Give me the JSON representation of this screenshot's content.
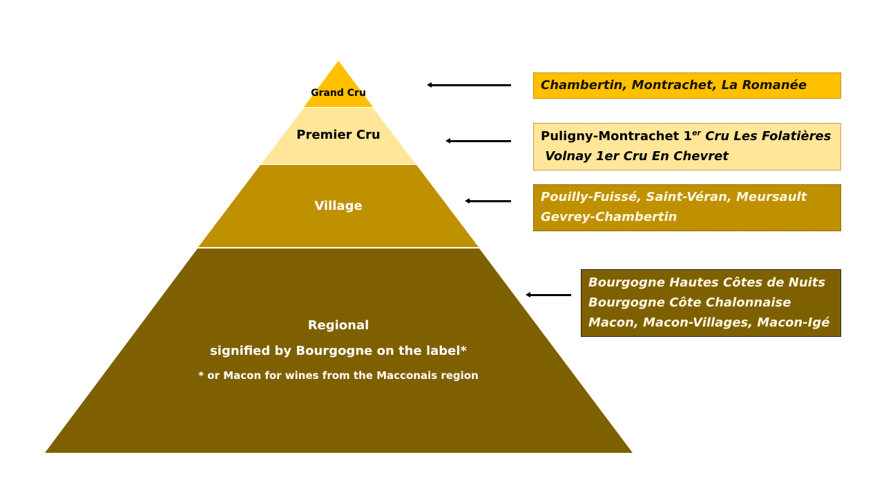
{
  "diagram": {
    "type": "pyramid",
    "colors": {
      "grand_cru": "#FFC000",
      "premier_cru": "#FFE699",
      "village": "#BF9000",
      "regional": "#7F6000"
    },
    "tiers": [
      {
        "id": "grand_cru",
        "label": "Grand Cru"
      },
      {
        "id": "premier_cru",
        "label": "Premier Cru"
      },
      {
        "id": "village",
        "label": "Village"
      },
      {
        "id": "regional",
        "label": "Regional",
        "sublabel": "signified by Bourgogne on the label*",
        "note": "* or Macon for wines from the Macconais region"
      }
    ],
    "examples": [
      {
        "tier": "grand_cru",
        "lines": [
          "Chambertin, Montrachet, La Romanée"
        ]
      },
      {
        "tier": "premier_cru",
        "line1_pre": "Puligny-Montrachet 1",
        "line1_sup": "er",
        "line1_post": " Cru Les Folatières",
        "line2": " Volnay 1er Cru En Chevret"
      },
      {
        "tier": "village",
        "lines": [
          "Pouilly-Fuissé, Saint-Véran, Meursault",
          "Gevrey-Chambertin"
        ]
      },
      {
        "tier": "regional",
        "lines": [
          "Bourgogne Hautes Côtes de Nuits",
          "Bourgogne Côte Chalonnaise",
          "Macon, Macon-Villages, Macon-Igé"
        ]
      }
    ]
  }
}
